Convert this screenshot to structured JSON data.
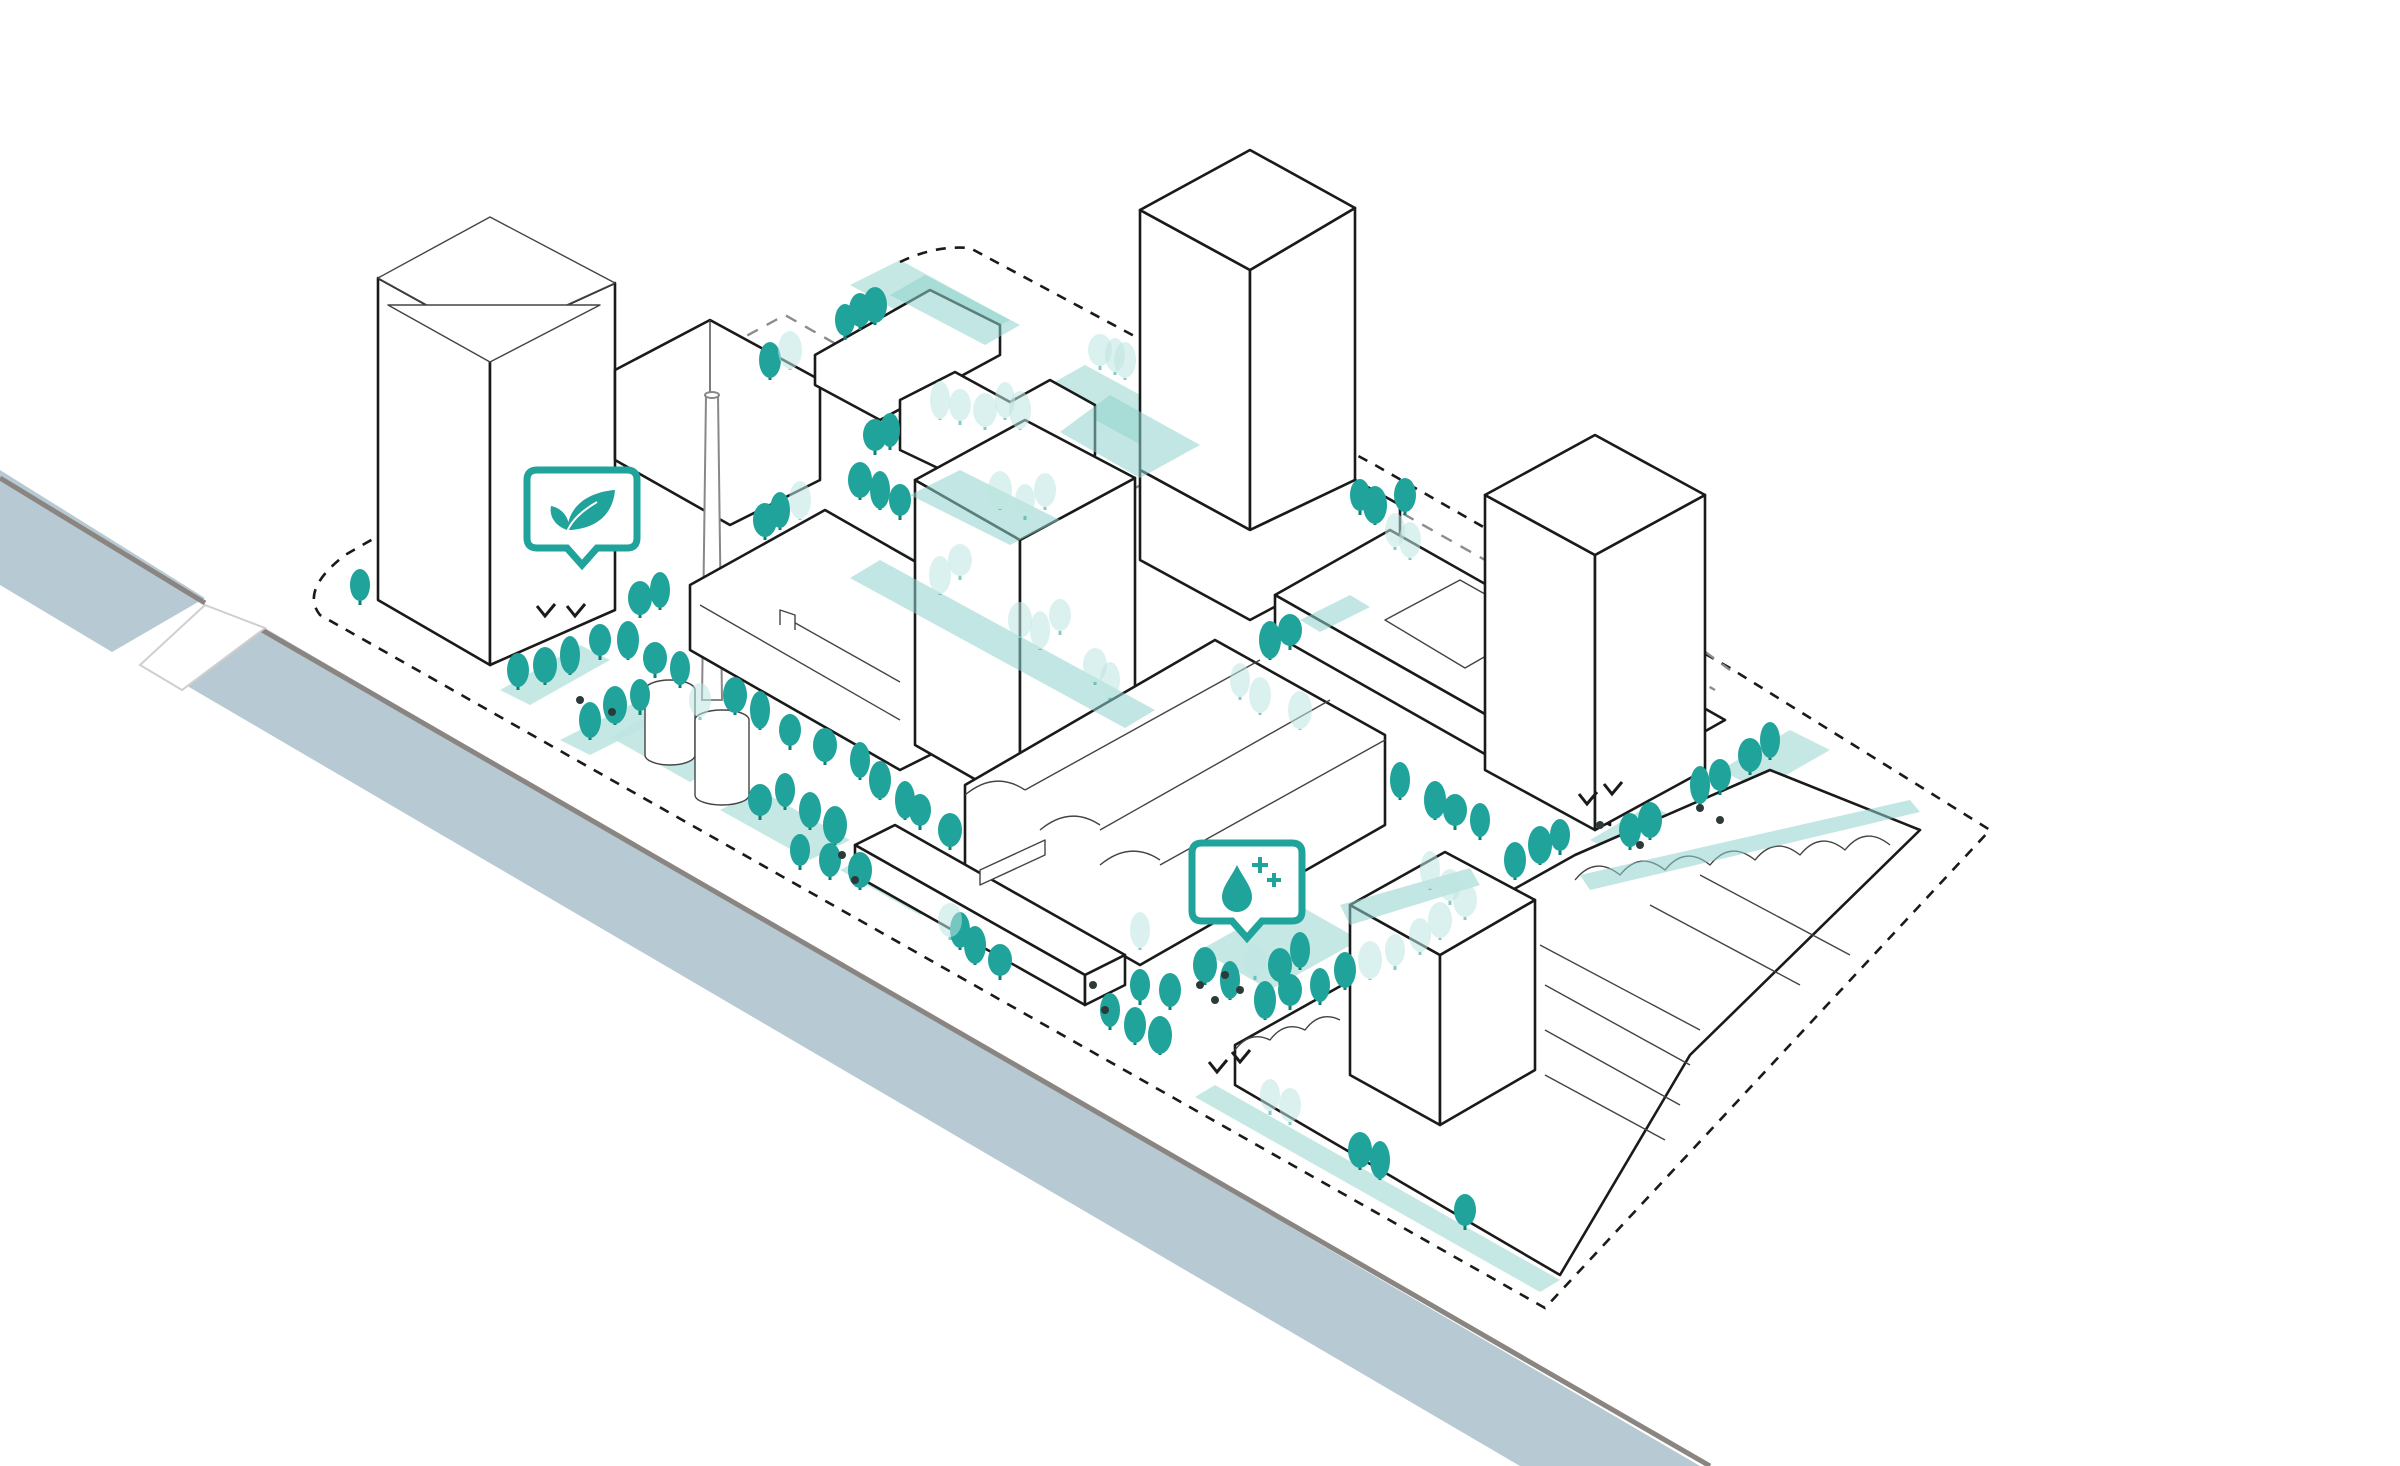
{
  "diagram": {
    "kind": "isometric-urban-block-axonometric",
    "colors": {
      "background": "#ffffff",
      "water": "#b7c9d2",
      "water_edge": "#8a8580",
      "building_fill": "#ffffff",
      "building_stroke": "#1a1a1a",
      "green": "#1fa39a",
      "green_light": "#bfe6e2",
      "green_dark": "#0f7f77",
      "boundary": "#1a1a1a",
      "sightline": "#8c8c8c",
      "chimney": "#999999"
    },
    "icons": [
      {
        "name": "leaf-icon",
        "meaning": "greenery"
      },
      {
        "name": "water-drop-plus-icon",
        "meaning": "water"
      }
    ]
  }
}
